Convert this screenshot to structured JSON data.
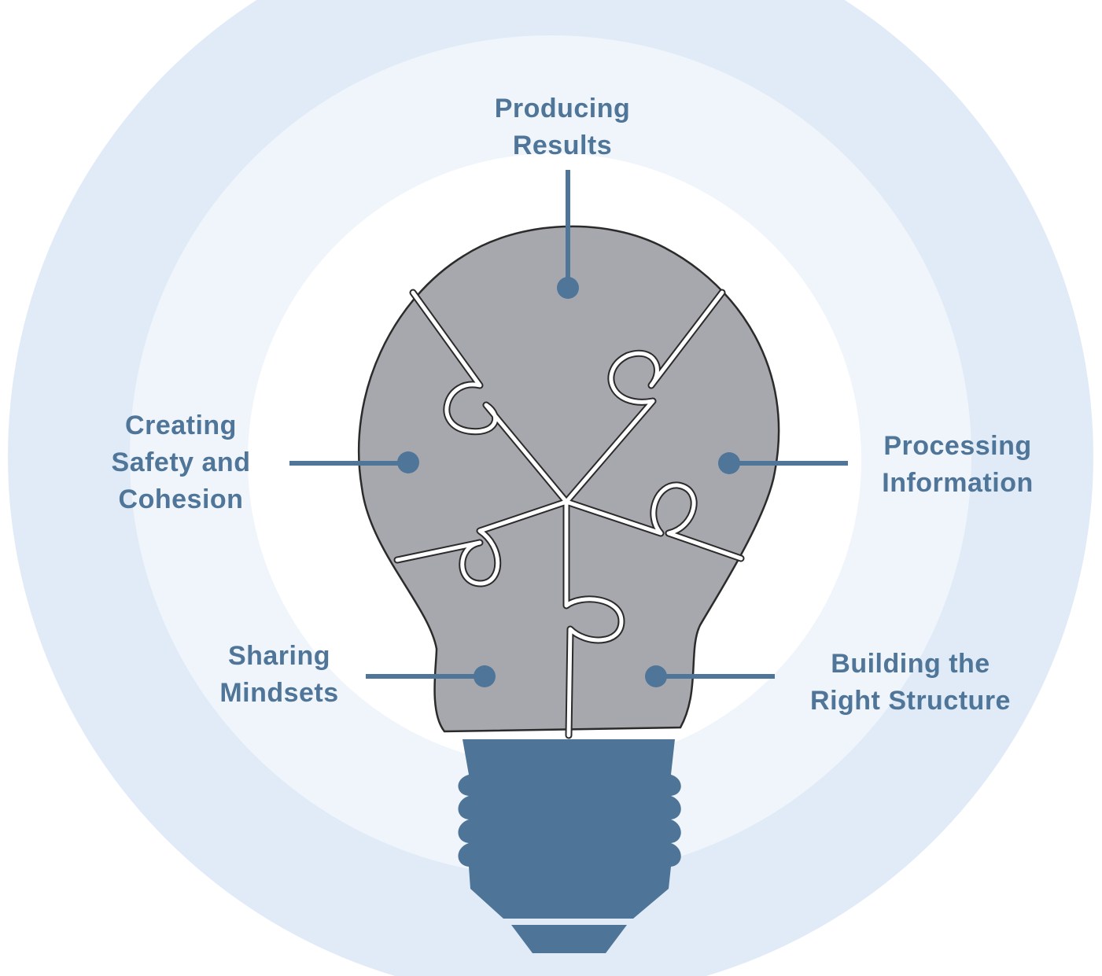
{
  "colors": {
    "outer_ring": "#e0ebf7",
    "middle_ring": "#f0f5fb",
    "inner_disc": "#ffffff",
    "bulb_fill": "#a7a8ad",
    "bulb_outline": "#2b2b2b",
    "accent": "#4f7599",
    "base": "#4e7598"
  },
  "labels": {
    "top": {
      "line1": "Producing",
      "line2": "Results"
    },
    "left": {
      "line1": "Creating",
      "line2": "Safety and",
      "line3": "Cohesion"
    },
    "right": {
      "line1": "Processing",
      "line2": "Information"
    },
    "bottom_left": {
      "line1": "Sharing",
      "line2": "Mindsets"
    },
    "bottom_right": {
      "line1": "Building the",
      "line2": "Right Structure"
    }
  }
}
